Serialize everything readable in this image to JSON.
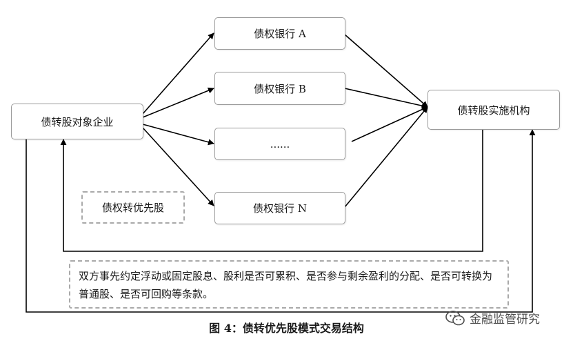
{
  "nodes": {
    "enterprise": "债转股对象企业",
    "bank_a": "债权银行 A",
    "bank_b": "债权银行 B",
    "bank_dots": "......",
    "bank_n": "债权银行 N",
    "institution": "债转股实施机构"
  },
  "notes": {
    "transfer": "债权转优先股",
    "terms": "双方事先约定浮动或固定股息、股利是否可累积、是否参与剩余盈利的分配、是否可转换为普通股、是否可回购等条款。"
  },
  "caption": "图 4：债转优先股模式交易结构",
  "watermark": "金融监管研究",
  "colors": {
    "line": "#000000",
    "border": "#9a9a9a",
    "dash": "#a9a9a9"
  }
}
